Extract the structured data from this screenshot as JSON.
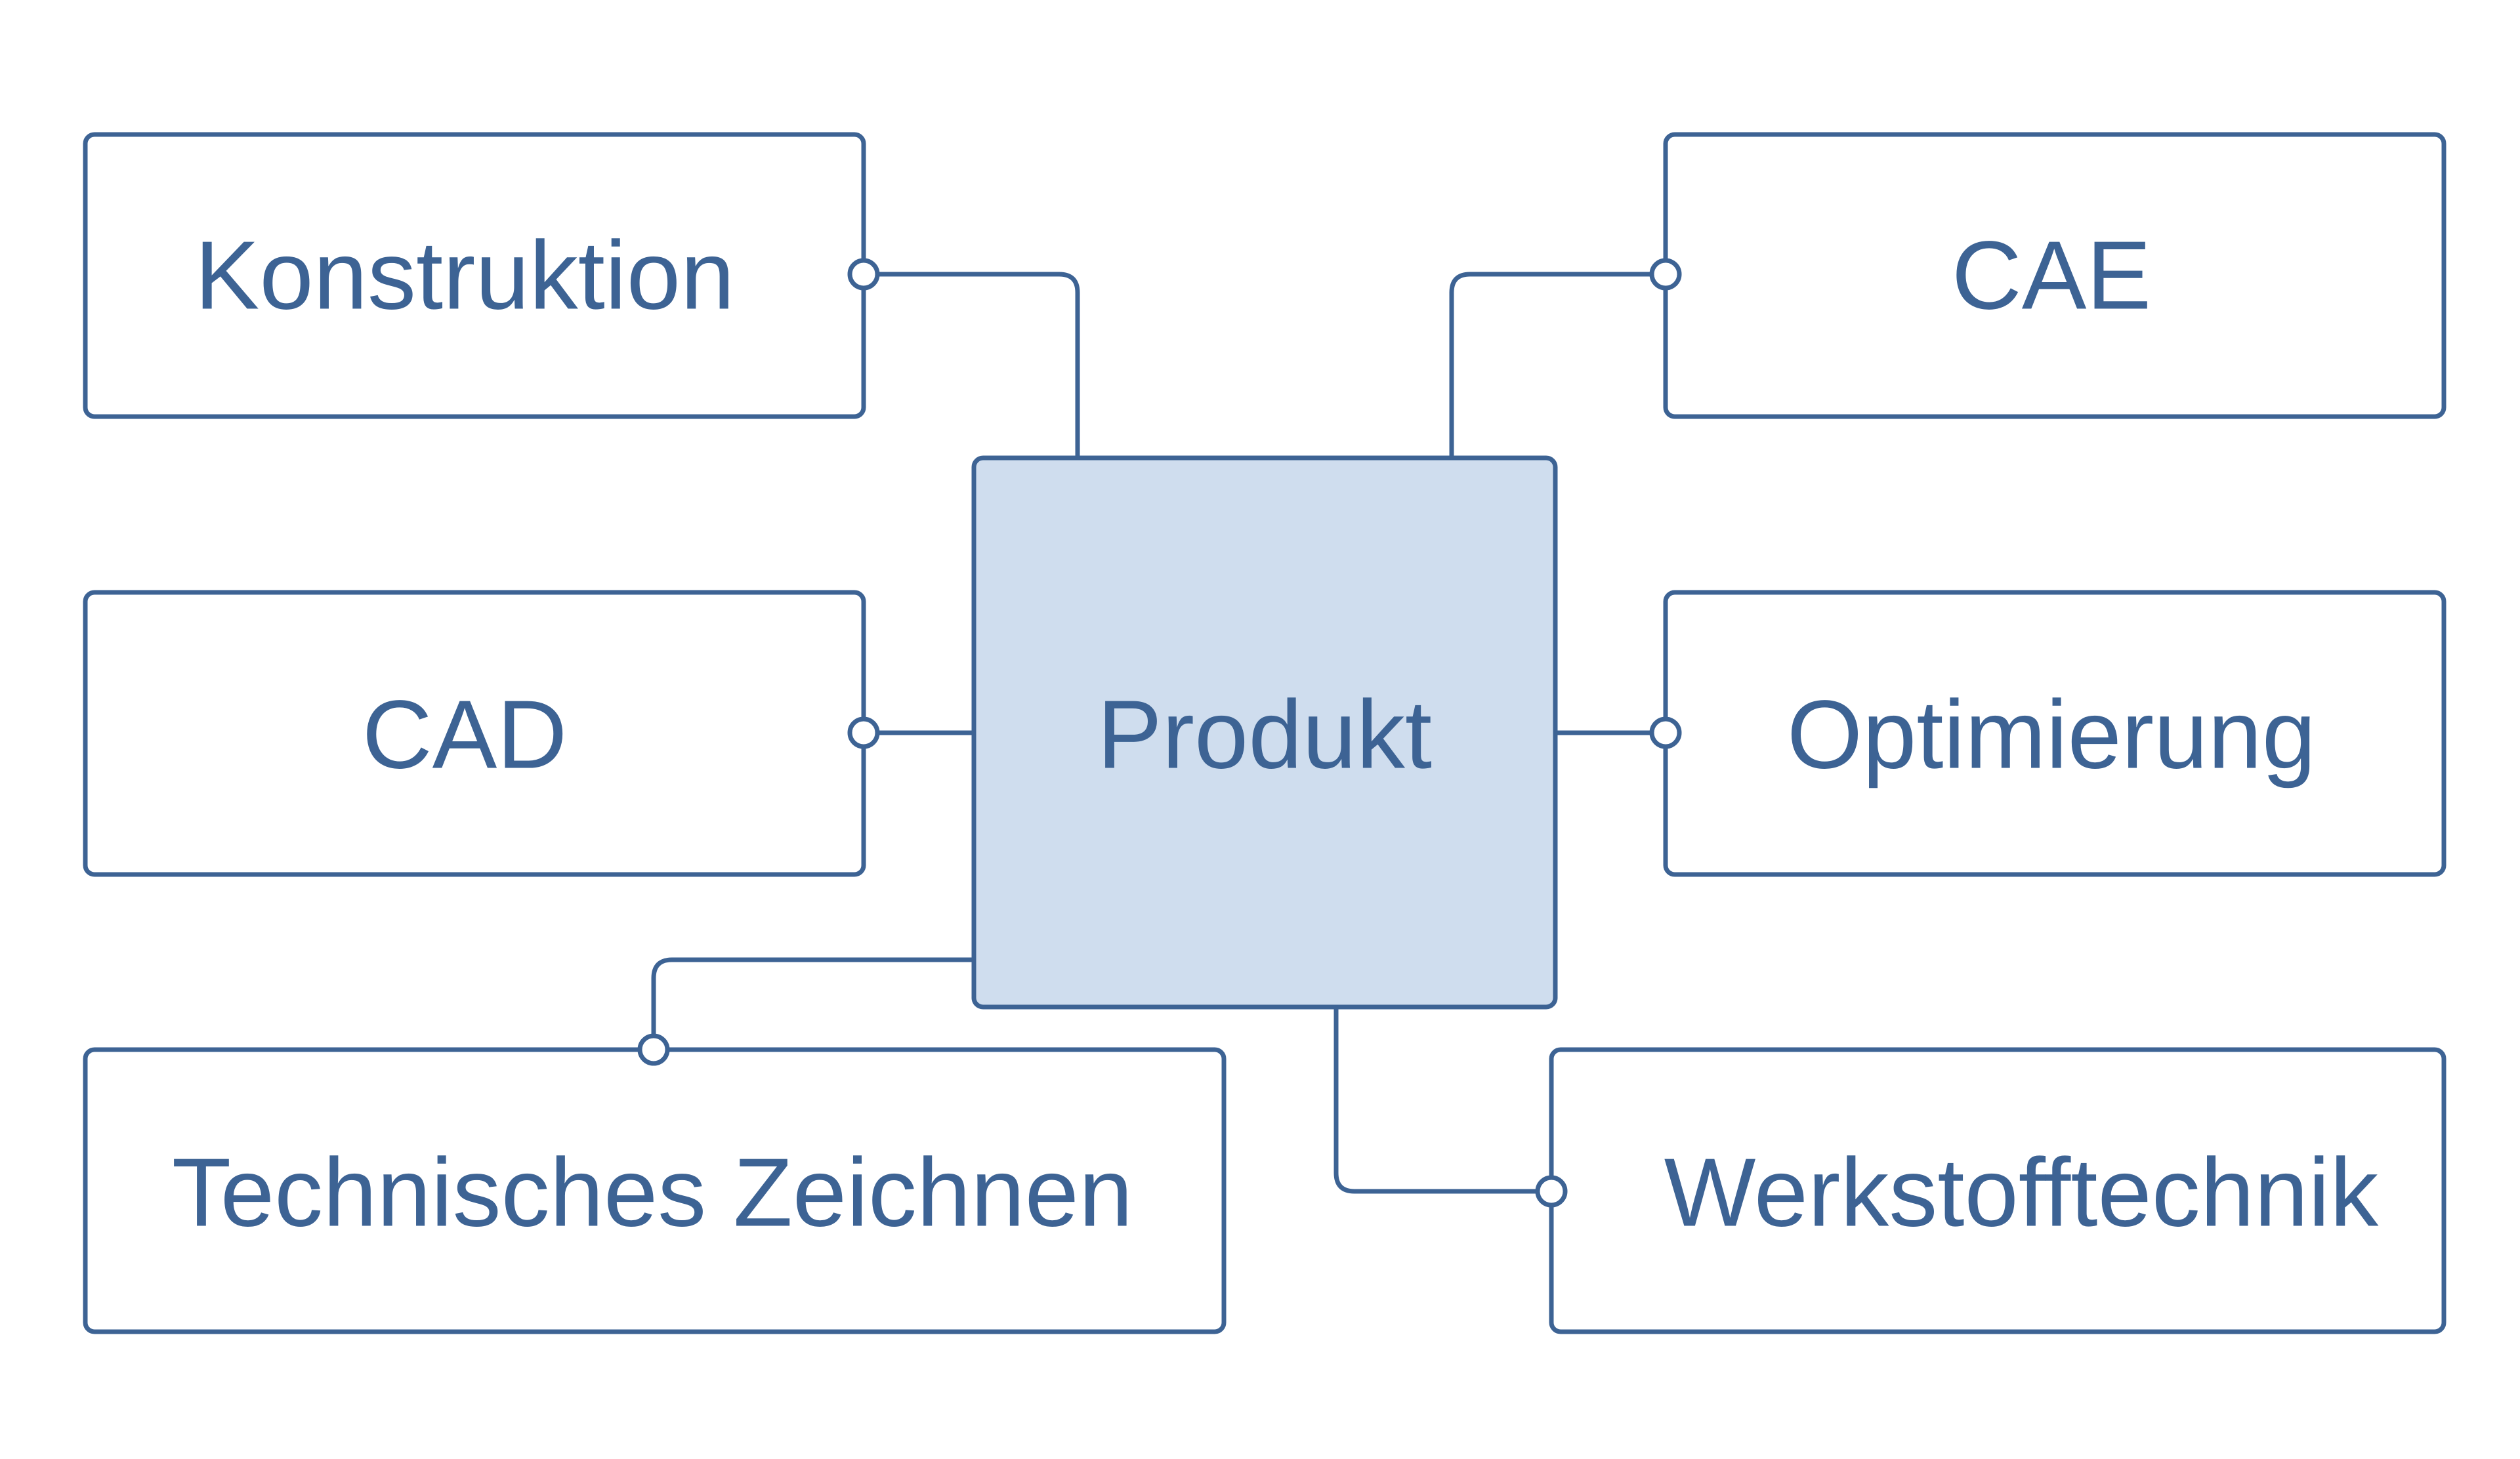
{
  "diagram": {
    "center": {
      "label": "Produkt"
    },
    "nodes": {
      "konstruktion": {
        "label": "Konstruktion"
      },
      "cad": {
        "label": "CAD"
      },
      "technisches_zeichnen": {
        "label": "Technisches Zeichnen"
      },
      "cae": {
        "label": "CAE"
      },
      "optimierung": {
        "label": "Optimierung"
      },
      "werkstofftechnik": {
        "label": "Werkstofftechnik"
      }
    }
  },
  "colors": {
    "stroke": "#3d6394",
    "text": "#3d6394",
    "center_fill": "#cfddee",
    "node_fill": "#ffffff"
  }
}
